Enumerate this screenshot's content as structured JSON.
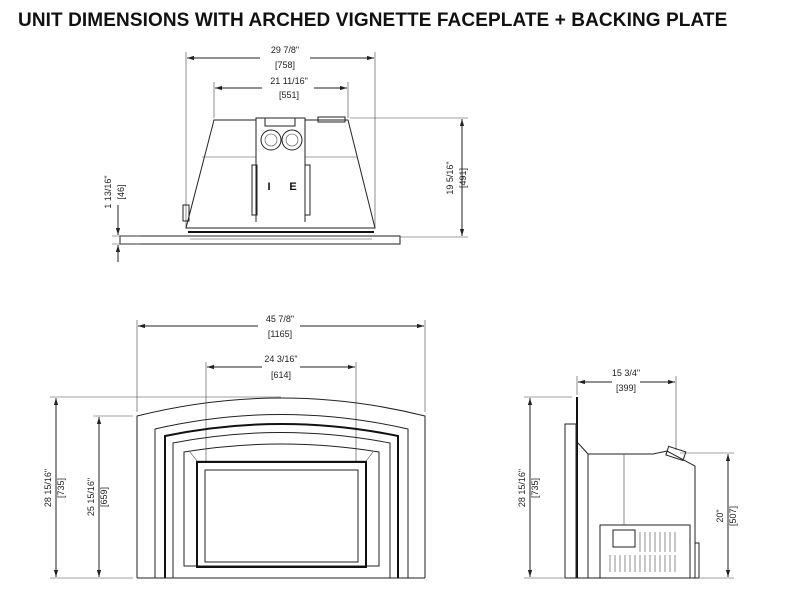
{
  "title": "UNIT DIMENSIONS WITH ARCHED VIGNETTE FACEPLATE + BACKING PLATE",
  "top_view": {
    "overall_width": {
      "imperial": "29 7/8\"",
      "metric": "[758]"
    },
    "body_width": {
      "imperial": "21 11/16\"",
      "metric": "[551]"
    },
    "height": {
      "imperial": "19 5/16\"",
      "metric": "[491]"
    },
    "flange_offset": {
      "imperial": "1 13/16\"",
      "metric": "[46]"
    },
    "vent_labels": {
      "intake": "I",
      "exhaust": "E"
    }
  },
  "front_view": {
    "overall_width": {
      "imperial": "45 7/8\"",
      "metric": "[1165]"
    },
    "opening_width": {
      "imperial": "24 3/16\"",
      "metric": "[614]"
    },
    "overall_height": {
      "imperial": "28 15/16\"",
      "metric": "[735]"
    },
    "side_height": {
      "imperial": "25 15/16\"",
      "metric": "[659]"
    }
  },
  "side_view": {
    "depth": {
      "imperial": "15 3/4\"",
      "metric": "[399]"
    },
    "overall_height": {
      "imperial": "28 15/16\"",
      "metric": "[735]"
    },
    "body_height": {
      "imperial": "20\"",
      "metric": "[507]"
    }
  }
}
